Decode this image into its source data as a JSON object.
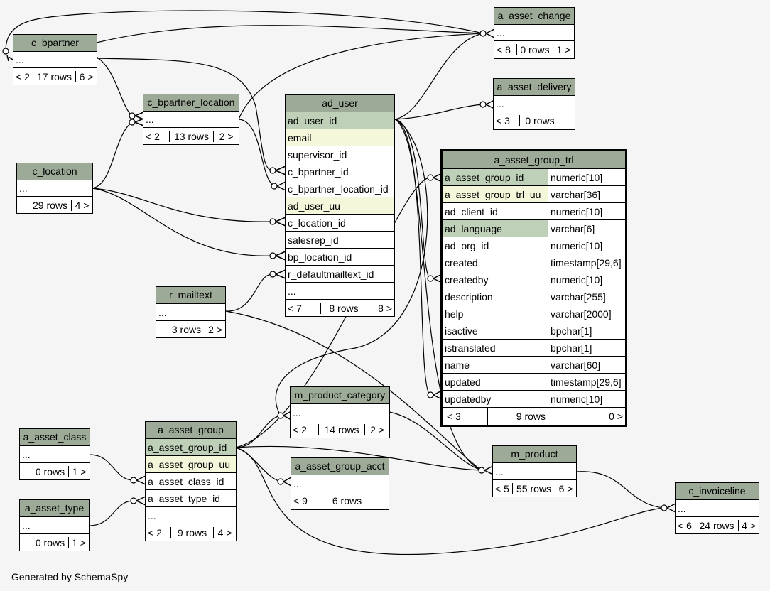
{
  "footer": "Generated by SchemaSpy",
  "tables": {
    "c_bpartner": {
      "name": "c_bpartner",
      "rows": [
        "..."
      ],
      "foot": [
        "< 2",
        "17 rows",
        "6 >"
      ]
    },
    "c_bpartner_location": {
      "name": "c_bpartner_location",
      "rows": [
        "..."
      ],
      "foot": [
        "< 2",
        "13 rows",
        "2 >"
      ]
    },
    "c_location": {
      "name": "c_location",
      "rows": [
        "..."
      ],
      "foot": [
        "",
        "29 rows",
        "4 >"
      ]
    },
    "ad_user": {
      "name": "ad_user",
      "rows": [
        "ad_user_id",
        "email",
        "supervisor_id",
        "c_bpartner_id",
        "c_bpartner_location_id",
        "ad_user_uu",
        "c_location_id",
        "salesrep_id",
        "bp_location_id",
        "r_defaultmailtext_id",
        "..."
      ],
      "foot": [
        "< 7",
        "8 rows",
        "8 >"
      ]
    },
    "a_asset_change": {
      "name": "a_asset_change",
      "rows": [
        "..."
      ],
      "foot": [
        "< 8",
        "0 rows",
        "1 >"
      ]
    },
    "a_asset_delivery": {
      "name": "a_asset_delivery",
      "rows": [
        "..."
      ],
      "foot": [
        "< 3",
        "0 rows",
        ""
      ]
    },
    "r_mailtext": {
      "name": "r_mailtext",
      "rows": [
        "..."
      ],
      "foot": [
        "",
        "3 rows",
        "2 >"
      ]
    },
    "a_asset_group_trl": {
      "name": "a_asset_group_trl",
      "columns": [
        {
          "name": "a_asset_group_id",
          "type": "numeric[10]"
        },
        {
          "name": "a_asset_group_trl_uu",
          "type": "varchar[36]"
        },
        {
          "name": "ad_client_id",
          "type": "numeric[10]"
        },
        {
          "name": "ad_language",
          "type": "varchar[6]"
        },
        {
          "name": "ad_org_id",
          "type": "numeric[10]"
        },
        {
          "name": "created",
          "type": "timestamp[29,6]"
        },
        {
          "name": "createdby",
          "type": "numeric[10]"
        },
        {
          "name": "description",
          "type": "varchar[255]"
        },
        {
          "name": "help",
          "type": "varchar[2000]"
        },
        {
          "name": "isactive",
          "type": "bpchar[1]"
        },
        {
          "name": "istranslated",
          "type": "bpchar[1]"
        },
        {
          "name": "name",
          "type": "varchar[60]"
        },
        {
          "name": "updated",
          "type": "timestamp[29,6]"
        },
        {
          "name": "updatedby",
          "type": "numeric[10]"
        }
      ],
      "foot": [
        "< 3",
        "9 rows",
        "0 >"
      ]
    },
    "m_product_category": {
      "name": "m_product_category",
      "rows": [
        "..."
      ],
      "foot": [
        "< 2",
        "14 rows",
        "2 >"
      ]
    },
    "a_asset_class": {
      "name": "a_asset_class",
      "rows": [
        "..."
      ],
      "foot": [
        "",
        "0 rows",
        "1 >"
      ]
    },
    "a_asset_group": {
      "name": "a_asset_group",
      "rows": [
        "a_asset_group_id",
        "a_asset_group_uu",
        "a_asset_class_id",
        "a_asset_type_id",
        "..."
      ],
      "foot": [
        "< 2",
        "9 rows",
        "4 >"
      ]
    },
    "a_asset_group_acct": {
      "name": "a_asset_group_acct",
      "rows": [
        "..."
      ],
      "foot": [
        "< 9",
        "6 rows",
        ""
      ]
    },
    "m_product": {
      "name": "m_product",
      "rows": [
        "..."
      ],
      "foot": [
        "< 5",
        "55 rows",
        "6 >"
      ]
    },
    "a_asset_type": {
      "name": "a_asset_type",
      "rows": [
        "..."
      ],
      "foot": [
        "",
        "0 rows",
        "1 >"
      ]
    },
    "c_invoiceline": {
      "name": "c_invoiceline",
      "rows": [
        "..."
      ],
      "foot": [
        "< 6",
        "24 rows",
        "4 >"
      ]
    }
  }
}
